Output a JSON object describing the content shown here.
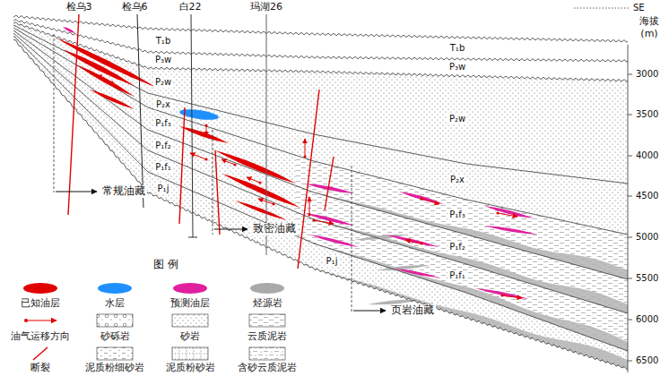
{
  "diagram": {
    "labels": [
      "检乌3",
      "检乌6",
      "白22",
      "玛湖26",
      "SE",
      "海拔",
      "(m)",
      "3000",
      "3500",
      "4000",
      "4500",
      "5000",
      "5500",
      "6000",
      "6500",
      "T₁b",
      "P₃w",
      "P₂w",
      "P₂x",
      "P₁f₃",
      "P₁f₂",
      "P₁f₁",
      "P₁j",
      "P₁j",
      "T₁b",
      "P₃w",
      "P₂w",
      "P₂x",
      "P₁f₃",
      "P₁f₂",
      "P₁f₁",
      "常规油藏",
      "致密油藏",
      "页岩油藏",
      "图 例"
    ],
    "legend": [
      {
        "text": "已知油层",
        "color": "#e00000"
      },
      {
        "text": "水层",
        "color": "#1e90ff"
      },
      {
        "text": "预测油层",
        "color": "#e0209f"
      },
      {
        "text": "烃源岩",
        "color": "#a9a9a9"
      },
      {
        "text": "油气运移方向"
      },
      {
        "text": "砂砾岩"
      },
      {
        "text": "砂岩"
      },
      {
        "text": "云质泥岩"
      },
      {
        "text": "断裂"
      },
      {
        "text": "泥质粉细砂岩"
      },
      {
        "text": "泥质粉砂岩"
      },
      {
        "text": "含砂云质泥岩"
      }
    ]
  }
}
